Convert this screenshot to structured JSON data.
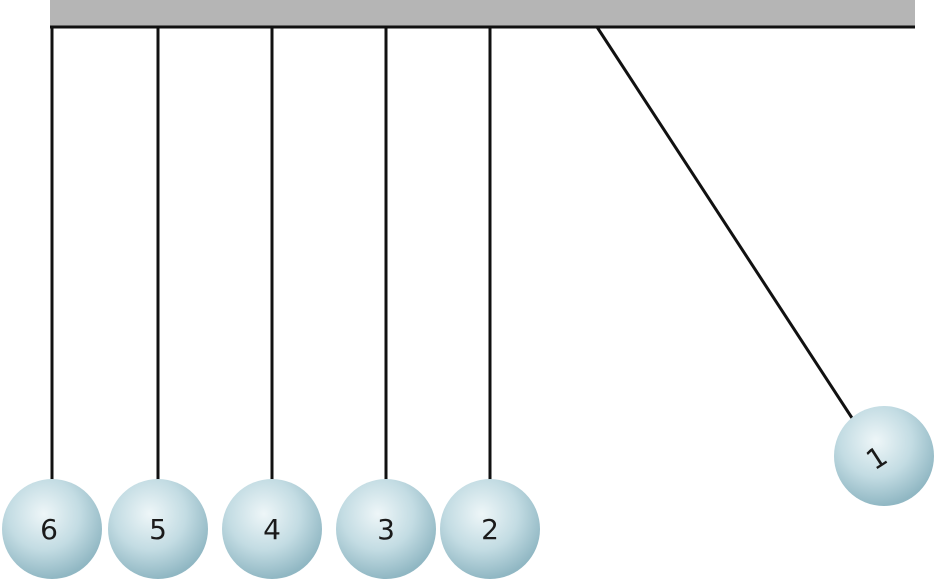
{
  "diagram": {
    "colors": {
      "bar": "#b5b5b5",
      "bar_edge": "#111111",
      "string": "#111111",
      "ball_highlight": "#eef6f8",
      "ball_mid": "#bcd8e0",
      "ball_shadow": "#8fb6c2",
      "label": "#1a1a1a"
    },
    "balls": [
      {
        "label": "6",
        "state": "hanging"
      },
      {
        "label": "5",
        "state": "hanging"
      },
      {
        "label": "4",
        "state": "hanging"
      },
      {
        "label": "3",
        "state": "hanging"
      },
      {
        "label": "2",
        "state": "hanging"
      },
      {
        "label": "1",
        "state": "raised"
      }
    ]
  }
}
